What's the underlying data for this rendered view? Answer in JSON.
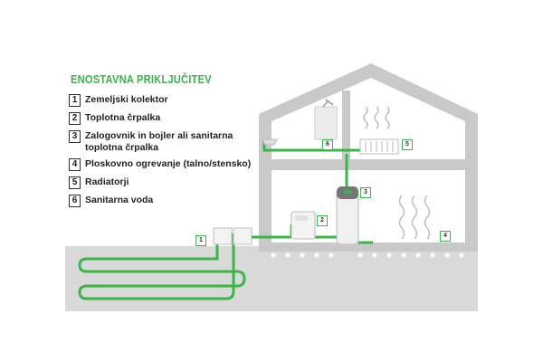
{
  "diagram": {
    "title": "ENOSTAVNA PRIKLJUČITEV",
    "colors": {
      "title": "#3bb44a",
      "pipe": "#3bb44a",
      "house": "#bfbfbf",
      "ground": "#dadada",
      "walls": "#cfcfcf"
    },
    "legend": [
      {
        "num": "1",
        "label": "Zemeljski kolektor"
      },
      {
        "num": "2",
        "label": "Toplotna črpalka"
      },
      {
        "num": "3",
        "label": "Zalogovnik in bojler ali sanitarna toplotna črpalka"
      },
      {
        "num": "4",
        "label": "Ploskovno ogrevanje (talno/stensko)"
      },
      {
        "num": "5",
        "label": "Radiatorji"
      },
      {
        "num": "6",
        "label": "Sanitarna voda"
      }
    ],
    "tags": {
      "t1": "1",
      "t2": "2",
      "t3": "3",
      "t4": "4",
      "t5": "5",
      "t6": "6"
    }
  }
}
